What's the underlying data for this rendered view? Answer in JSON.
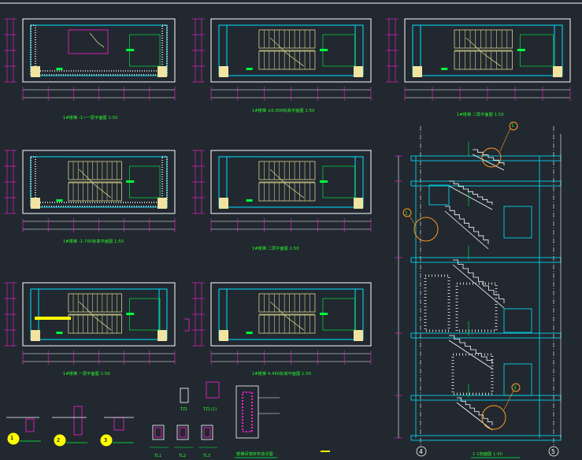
{
  "drawing": {
    "background": "#212830",
    "colors": {
      "wall": "#ffffff",
      "column": "#f2e3a0",
      "stair": "#d8d38a",
      "cyan": "#00e5ff",
      "green": "#00ff3c",
      "magenta": "#ff1fd2",
      "yellow": "#ffff00",
      "orange": "#ff9a1f",
      "hatch": "#c8c8c8"
    },
    "plans": [
      {
        "id": "p1",
        "title": "1#楼梯 -1~一层平面图 1:50"
      },
      {
        "id": "p2",
        "title": "1#楼梯 ±0.000标高平面图 1:50"
      },
      {
        "id": "p3",
        "title": "1#楼梯 二层平面图 1:50"
      },
      {
        "id": "p4",
        "title": "1#楼梯 -1.700标高平面图 1:50"
      },
      {
        "id": "p5",
        "title": "1#楼梯 二层平面图 1:50"
      },
      {
        "id": "p6",
        "title": "1#楼梯 一层平面图 1:50"
      },
      {
        "id": "p7",
        "title": "1#楼梯 4.400标高平面图 1:50"
      }
    ],
    "section": {
      "title": "1-1剖面图 1:50",
      "axis_left": "4",
      "axis_right": "5",
      "callouts": [
        "1",
        "2",
        "3"
      ]
    },
    "details": {
      "circle_labels": [
        "1",
        "2",
        "3"
      ],
      "beam_labels": [
        "TL1",
        "TL2",
        "TL3"
      ],
      "column_labels": [
        "TZ1",
        "TZ1(2)"
      ],
      "wall_detail_title": "楼梯间墙体构造详图"
    }
  }
}
